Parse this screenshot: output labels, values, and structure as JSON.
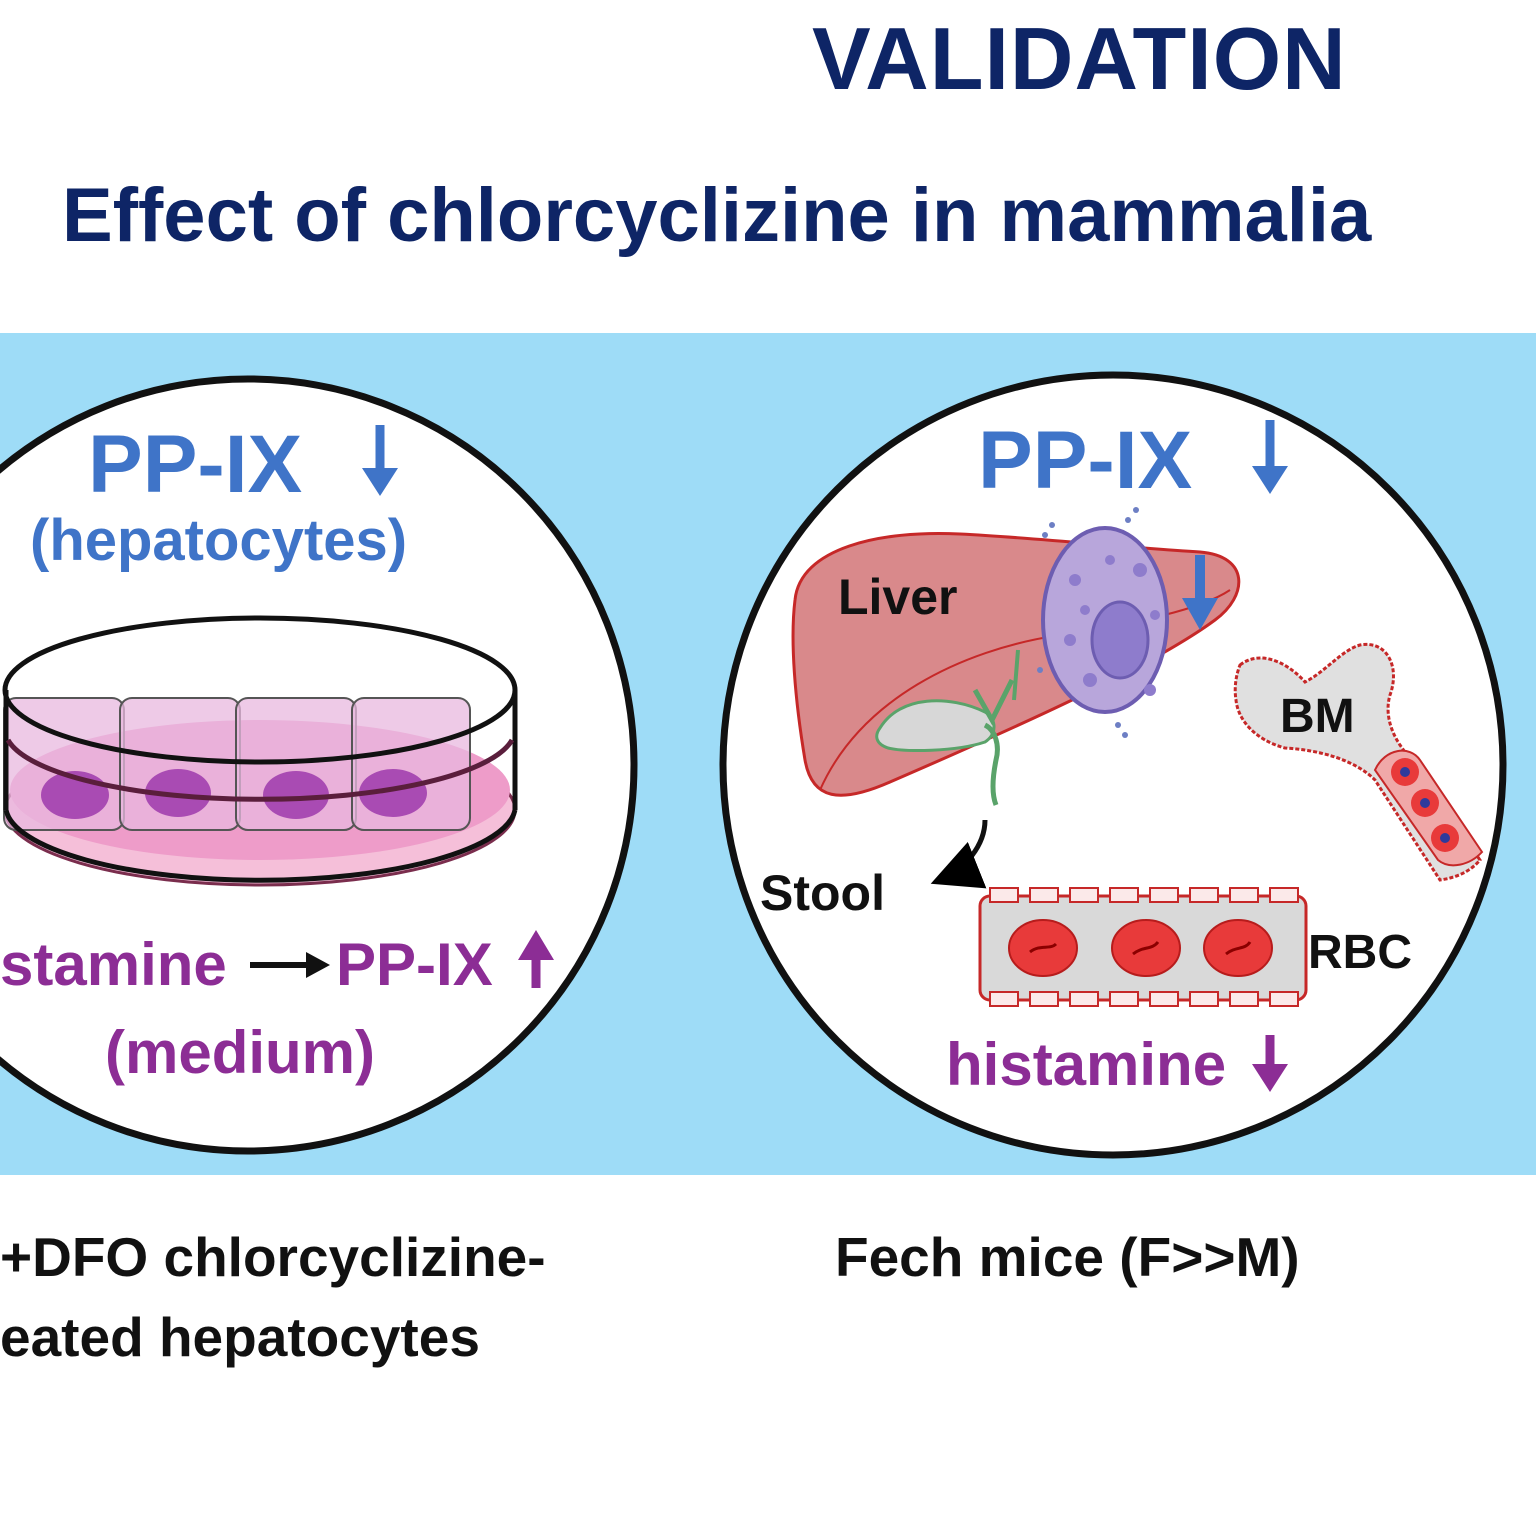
{
  "header": {
    "title": "VALIDATION",
    "subtitle": "Effect of chlorcyclizine in mammalia"
  },
  "colors": {
    "navy": "#0e2566",
    "blue": "#3f74c8",
    "purple": "#8c2d95",
    "band": "#9edcf7",
    "liver": "#d9898b",
    "blood_red": "#e83a3a"
  },
  "panel_left": {
    "ppix_label": "PP-IX",
    "ppix_sub": "(hepatocytes)",
    "histamine_label": "stamine",
    "ppix2_label": "PP-IX",
    "medium_label": "(medium)",
    "caption_line1": "+DFO chlorcyclizine-",
    "caption_line2": "eated hepatocytes"
  },
  "panel_right": {
    "ppix_label": "PP-IX",
    "liver_label": "Liver",
    "bm_label": "BM",
    "stool_label": "Stool",
    "rbc_label": "RBC",
    "histamine_label": "histamine",
    "caption": "Fech mice (F>>M)"
  }
}
